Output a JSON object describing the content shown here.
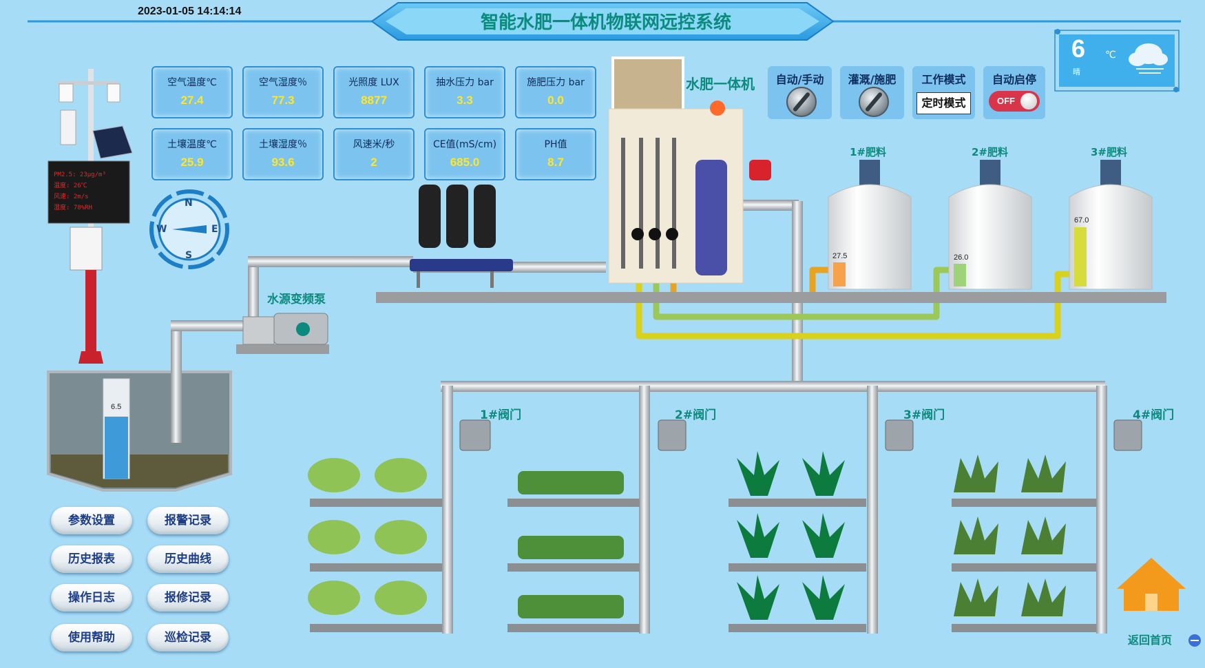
{
  "header": {
    "datetime": "2023-01-05 14:14:14",
    "title": "智能水肥一体机物联网远控系统"
  },
  "weather": {
    "temp": "6",
    "unit": "℃",
    "desc": "晴",
    "icon": "cloud-icon"
  },
  "sensors": [
    {
      "label": "空气温度℃",
      "value": "27.4"
    },
    {
      "label": "空气湿度％",
      "value": "77.3"
    },
    {
      "label": "光照度 LUX",
      "value": "8877"
    },
    {
      "label": "抽水压力 bar",
      "value": "3.3"
    },
    {
      "label": "施肥压力 bar",
      "value": "0.0"
    },
    {
      "label": "土壤温度℃",
      "value": "25.9"
    },
    {
      "label": "土壤湿度％",
      "value": "93.6"
    },
    {
      "label": "风速米/秒",
      "value": "2"
    },
    {
      "label": "CE值(mS/cm)",
      "value": "685.0"
    },
    {
      "label": "PH值",
      "value": "8.7"
    }
  ],
  "compass": {
    "n": "N",
    "e": "E",
    "s": "S",
    "w": "W"
  },
  "machine": {
    "label": "水肥一体机"
  },
  "controls": {
    "auto_manual": "自动/手动",
    "irrigate_fert": "灌溉/施肥",
    "work_mode": "工作模式",
    "work_mode_value": "定时模式",
    "auto_start": "自动启停",
    "auto_start_state": "OFF"
  },
  "pump": {
    "label": "水源变频泵"
  },
  "well": {
    "level": "6.5",
    "level_fraction": 0.62
  },
  "tanks": [
    {
      "label": "1#肥料",
      "level": "27.5",
      "level_fraction": 0.275,
      "color": "#f5a24a"
    },
    {
      "label": "2#肥料",
      "level": "26.0",
      "level_fraction": 0.26,
      "color": "#9fd37a"
    },
    {
      "label": "3#肥料",
      "level": "67.0",
      "level_fraction": 0.67,
      "color": "#d6dc3c"
    }
  ],
  "valves": [
    {
      "label": "1#阀门"
    },
    {
      "label": "2#阀门"
    },
    {
      "label": "3#阀门"
    },
    {
      "label": "4#阀门"
    }
  ],
  "menu": [
    "参数设置",
    "报警记录",
    "历史报表",
    "历史曲线",
    "操作日志",
    "报修记录",
    "使用帮助",
    "巡检记录"
  ],
  "home": {
    "label": "返回首页"
  },
  "display_board": {
    "lines": [
      "PM2.5: 23μg/m³",
      "温度: 26℃",
      "风速: 2m/s",
      "湿度: 78%RH"
    ]
  }
}
